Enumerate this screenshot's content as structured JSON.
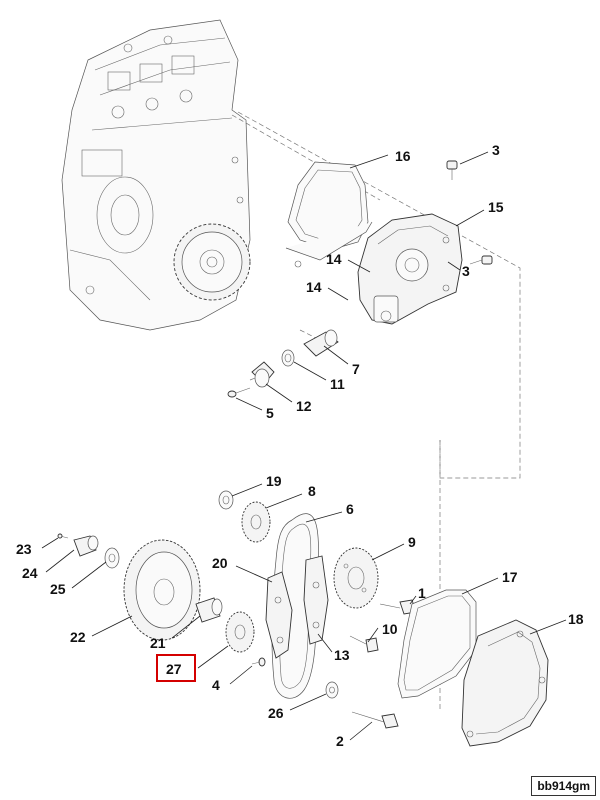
{
  "diagram": {
    "callouts": [
      "16",
      "3",
      "15",
      "14",
      "14",
      "3",
      "7",
      "11",
      "12",
      "5",
      "19",
      "8",
      "6",
      "9",
      "23",
      "24",
      "25",
      "22",
      "20",
      "21",
      "1",
      "17",
      "10",
      "18",
      "13",
      "27",
      "4",
      "26",
      "2"
    ],
    "highlighted_callout": "27",
    "highlight_color": "#d40000",
    "figure_code": "bb914gm"
  }
}
